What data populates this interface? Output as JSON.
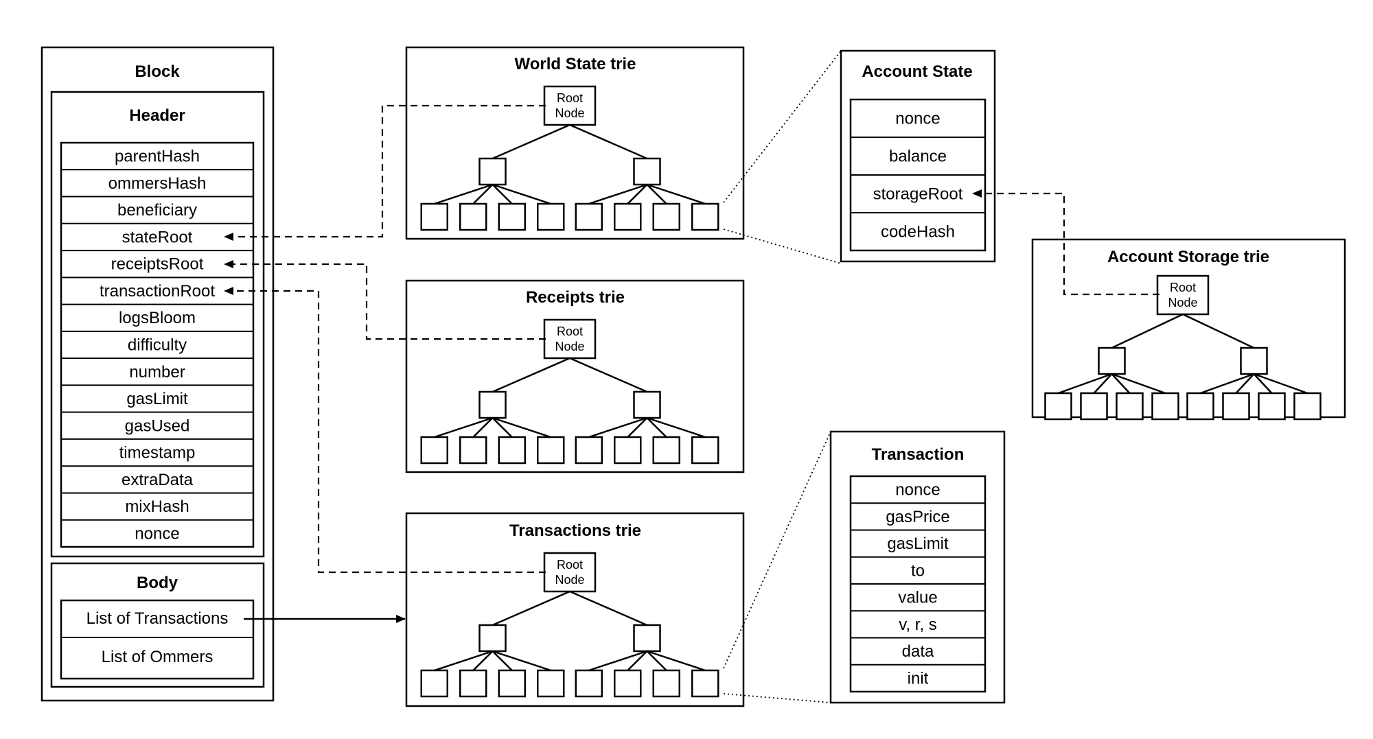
{
  "block": {
    "title": "Block",
    "header": {
      "title": "Header",
      "fields": [
        "parentHash",
        "ommersHash",
        "beneficiary",
        "stateRoot",
        "receiptsRoot",
        "transactionRoot",
        "logsBloom",
        "difficulty",
        "number",
        "gasLimit",
        "gasUsed",
        "timestamp",
        "extraData",
        "mixHash",
        "nonce"
      ]
    },
    "body": {
      "title": "Body",
      "items": [
        "List of Transactions",
        "List of Ommers"
      ]
    }
  },
  "tries": [
    {
      "title": "World State trie"
    },
    {
      "title": "Receipts trie"
    },
    {
      "title": "Transactions trie"
    },
    {
      "title": "Account Storage trie"
    }
  ],
  "root_node": {
    "line1": "Root",
    "line2": "Node"
  },
  "account_state": {
    "title": "Account State",
    "fields": [
      "nonce",
      "balance",
      "storageRoot",
      "codeHash"
    ]
  },
  "transaction": {
    "title": "Transaction",
    "fields": [
      "nonce",
      "gasPrice",
      "gasLimit",
      "to",
      "value",
      "v, r, s",
      "data",
      "init"
    ]
  }
}
